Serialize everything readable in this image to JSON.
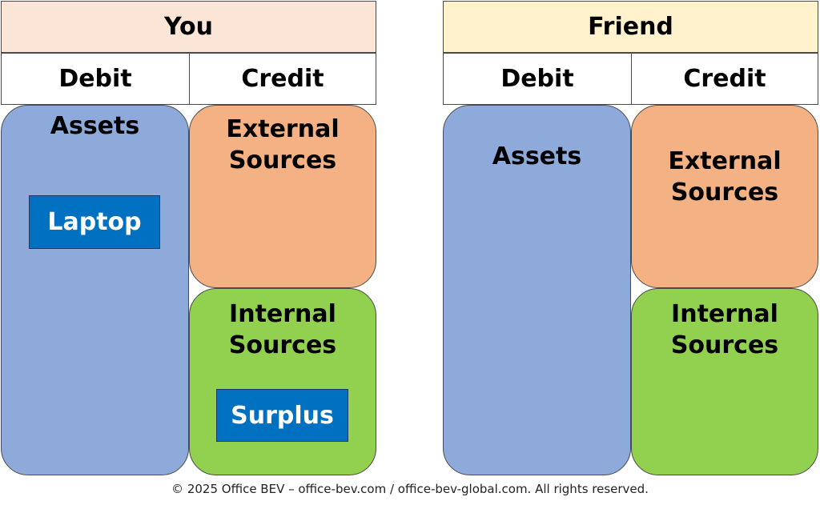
{
  "panels": [
    {
      "title": "You",
      "title_bg": "#fbe5d6",
      "debit_label": "Debit",
      "credit_label": "Credit",
      "assets_label": "Assets",
      "external_label_1": "External",
      "external_label_2": "Sources",
      "internal_label_1": "Internal",
      "internal_label_2": "Sources",
      "assets_item": "Laptop",
      "internal_item": "Surplus"
    },
    {
      "title": "Friend",
      "title_bg": "#fff2cc",
      "debit_label": "Debit",
      "credit_label": "Credit",
      "assets_label": "Assets",
      "external_label_1": "External",
      "external_label_2": "Sources",
      "internal_label_1": "Internal",
      "internal_label_2": "Sources"
    }
  ],
  "colors": {
    "assets": "#8eaadb",
    "external_sources": "#f4b183",
    "internal_sources": "#92d050",
    "item_box": "#0070c0"
  },
  "footer": "© 2025 Office BEV – office-bev.com / office-bev-global.com. All rights reserved."
}
